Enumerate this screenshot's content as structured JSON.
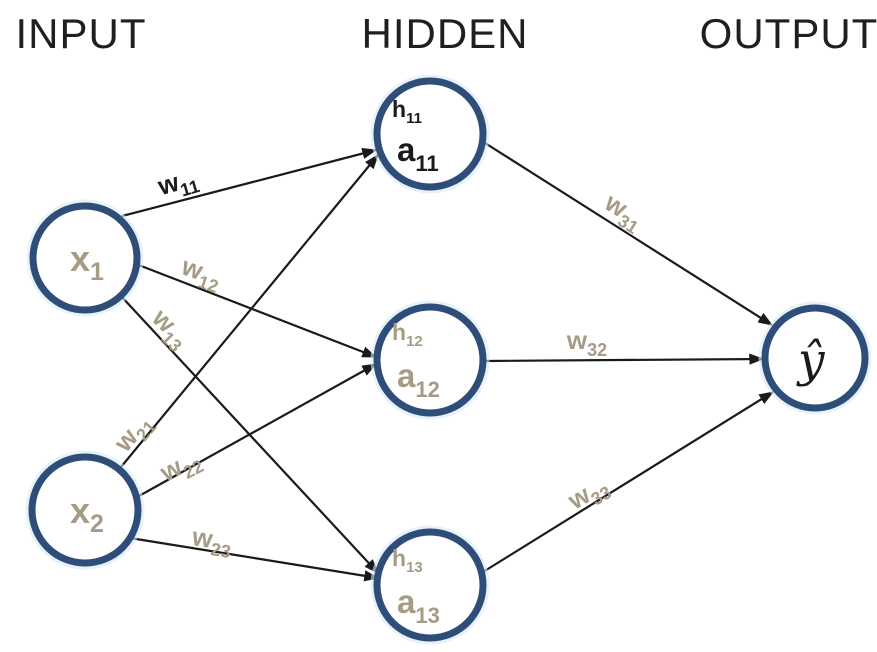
{
  "titles": [
    {
      "id": "input",
      "label": "INPUT"
    },
    {
      "id": "hidden",
      "label": "HIDDEN"
    },
    {
      "id": "output",
      "label": "OUTPUT"
    }
  ],
  "nodes": {
    "x1": {
      "base": "x",
      "sub": "1",
      "muted": true
    },
    "x2": {
      "base": "x",
      "sub": "2",
      "muted": true
    },
    "h11": {
      "top_base": "h",
      "top_sub": "11",
      "bottom_base": "a",
      "bottom_sub": "11",
      "muted": false
    },
    "h12": {
      "top_base": "h",
      "top_sub": "12",
      "bottom_base": "a",
      "bottom_sub": "12",
      "muted": true
    },
    "h13": {
      "top_base": "h",
      "top_sub": "13",
      "bottom_base": "a",
      "bottom_sub": "13",
      "muted": true
    },
    "yhat": {
      "label": "ŷ"
    }
  },
  "edges": [
    {
      "from": "x1",
      "to": "h11",
      "weight": {
        "base": "w",
        "sub": "11"
      },
      "muted": false
    },
    {
      "from": "x1",
      "to": "h12",
      "weight": {
        "base": "w",
        "sub": "12"
      },
      "muted": true
    },
    {
      "from": "x1",
      "to": "h13",
      "weight": {
        "base": "w",
        "sub": "13"
      },
      "muted": true
    },
    {
      "from": "x2",
      "to": "h11",
      "weight": {
        "base": "w",
        "sub": "21"
      },
      "muted": true
    },
    {
      "from": "x2",
      "to": "h12",
      "weight": {
        "base": "w",
        "sub": "22"
      },
      "muted": true
    },
    {
      "from": "x2",
      "to": "h13",
      "weight": {
        "base": "w",
        "sub": "23"
      },
      "muted": true
    },
    {
      "from": "h11",
      "to": "yhat",
      "weight": {
        "base": "w",
        "sub": "31"
      },
      "muted": true
    },
    {
      "from": "h12",
      "to": "yhat",
      "weight": {
        "base": "w",
        "sub": "32"
      },
      "muted": true
    },
    {
      "from": "h13",
      "to": "yhat",
      "weight": {
        "base": "w",
        "sub": "33"
      },
      "muted": true
    }
  ],
  "colors": {
    "node_ring": "#2e4d78",
    "node_glow": "#d9eaf7",
    "edge_line": "#1a1a1a",
    "muted_label": "#a69c85",
    "dark_label": "#1b1b1b",
    "background": "#ffffff"
  }
}
